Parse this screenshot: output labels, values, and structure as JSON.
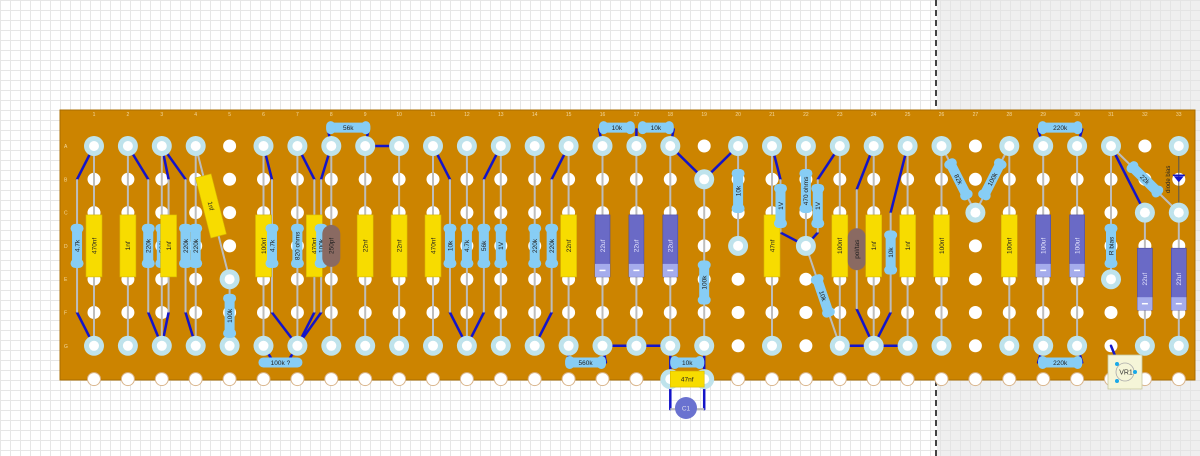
{
  "board": {
    "column_labels": [
      "1",
      "2",
      "3",
      "4",
      "5",
      "6",
      "7",
      "8",
      "9",
      "10",
      "11",
      "12",
      "13",
      "14",
      "15",
      "16",
      "17",
      "18",
      "19",
      "20",
      "21",
      "22",
      "23",
      "24",
      "25",
      "26",
      "27",
      "28",
      "29",
      "30",
      "31",
      "32",
      "33"
    ],
    "row_labels": [
      "A",
      "B",
      "C",
      "D",
      "E",
      "F",
      "G"
    ],
    "colors": {
      "board": "#cc8400",
      "jumper": "#1414c8",
      "resistor": "#87cdf5",
      "film": "#f7dc00",
      "electrolytic": "#6a6ac6",
      "ceramic": "#8a6a62",
      "pad": "#bfe3ec",
      "lead": "#bdbdbd"
    }
  },
  "components": [
    {
      "label": "4.7k",
      "type": "resistor"
    },
    {
      "label": "470nf",
      "type": "film"
    },
    {
      "label": "1nf",
      "type": "film"
    },
    {
      "label": "220k",
      "type": "resistor"
    },
    {
      "label": "560k",
      "type": "resistor"
    },
    {
      "label": "1nf",
      "type": "film"
    },
    {
      "label": "220k",
      "type": "resistor"
    },
    {
      "label": "220k",
      "type": "resistor"
    },
    {
      "label": "1nf",
      "type": "film"
    },
    {
      "label": "100k",
      "type": "resistor"
    },
    {
      "label": "100nf",
      "type": "film"
    },
    {
      "label": "4.7k",
      "type": "resistor"
    },
    {
      "label": "820 ohms",
      "type": "resistor"
    },
    {
      "label": "470nf",
      "type": "film"
    },
    {
      "label": "100k",
      "type": "resistor"
    },
    {
      "label": "250pf",
      "type": "ceramic"
    },
    {
      "label": "56k",
      "type": "resistor"
    },
    {
      "label": "22nf",
      "type": "film"
    },
    {
      "label": "22nf",
      "type": "film"
    },
    {
      "label": "470nf",
      "type": "film"
    },
    {
      "label": "10k",
      "type": "resistor"
    },
    {
      "label": "4.7k",
      "type": "resistor"
    },
    {
      "label": "56k",
      "type": "resistor"
    },
    {
      "label": "1V",
      "type": "resistor"
    },
    {
      "label": "220k",
      "type": "resistor"
    },
    {
      "label": "220k",
      "type": "resistor"
    },
    {
      "label": "22nf",
      "type": "film"
    },
    {
      "label": "22uf",
      "type": "electrolytic"
    },
    {
      "label": "22uf",
      "type": "electrolytic"
    },
    {
      "label": "10k",
      "type": "resistor"
    },
    {
      "label": "10k",
      "type": "resistor"
    },
    {
      "label": "560k",
      "type": "resistor"
    },
    {
      "label": "22uf",
      "type": "electrolytic"
    },
    {
      "label": "100k",
      "type": "resistor"
    },
    {
      "label": "10k",
      "type": "resistor"
    },
    {
      "label": "10k",
      "type": "resistor"
    },
    {
      "label": "47nf",
      "type": "film"
    },
    {
      "label": "47nf",
      "type": "film"
    },
    {
      "label": "1V",
      "type": "resistor"
    },
    {
      "label": "470 ohms",
      "type": "resistor"
    },
    {
      "label": "1V",
      "type": "resistor"
    },
    {
      "label": "10k",
      "type": "resistor"
    },
    {
      "label": "100nf",
      "type": "film"
    },
    {
      "label": "pol/tas",
      "type": "ceramic"
    },
    {
      "label": "1nf",
      "type": "film"
    },
    {
      "label": "10k",
      "type": "resistor"
    },
    {
      "label": "1nf",
      "type": "film"
    },
    {
      "label": "100nf",
      "type": "film"
    },
    {
      "label": "82k",
      "type": "resistor"
    },
    {
      "label": "100k",
      "type": "resistor"
    },
    {
      "label": "100nf",
      "type": "film"
    },
    {
      "label": "100uf",
      "type": "electrolytic"
    },
    {
      "label": "100uf",
      "type": "electrolytic"
    },
    {
      "label": "220k",
      "type": "resistor"
    },
    {
      "label": "220k",
      "type": "resistor"
    },
    {
      "label": "R bias",
      "type": "resistor"
    },
    {
      "label": "22uf",
      "type": "electrolytic"
    },
    {
      "label": "22uf",
      "type": "electrolytic"
    },
    {
      "label": "22k",
      "type": "resistor"
    }
  ],
  "c1": {
    "label": "C1",
    "color": "#6a72d0"
  },
  "diode": {
    "label": "diode bias"
  },
  "pot": {
    "label": "VR1"
  },
  "extra_labels": {
    "r100k_q": "100k ?"
  }
}
